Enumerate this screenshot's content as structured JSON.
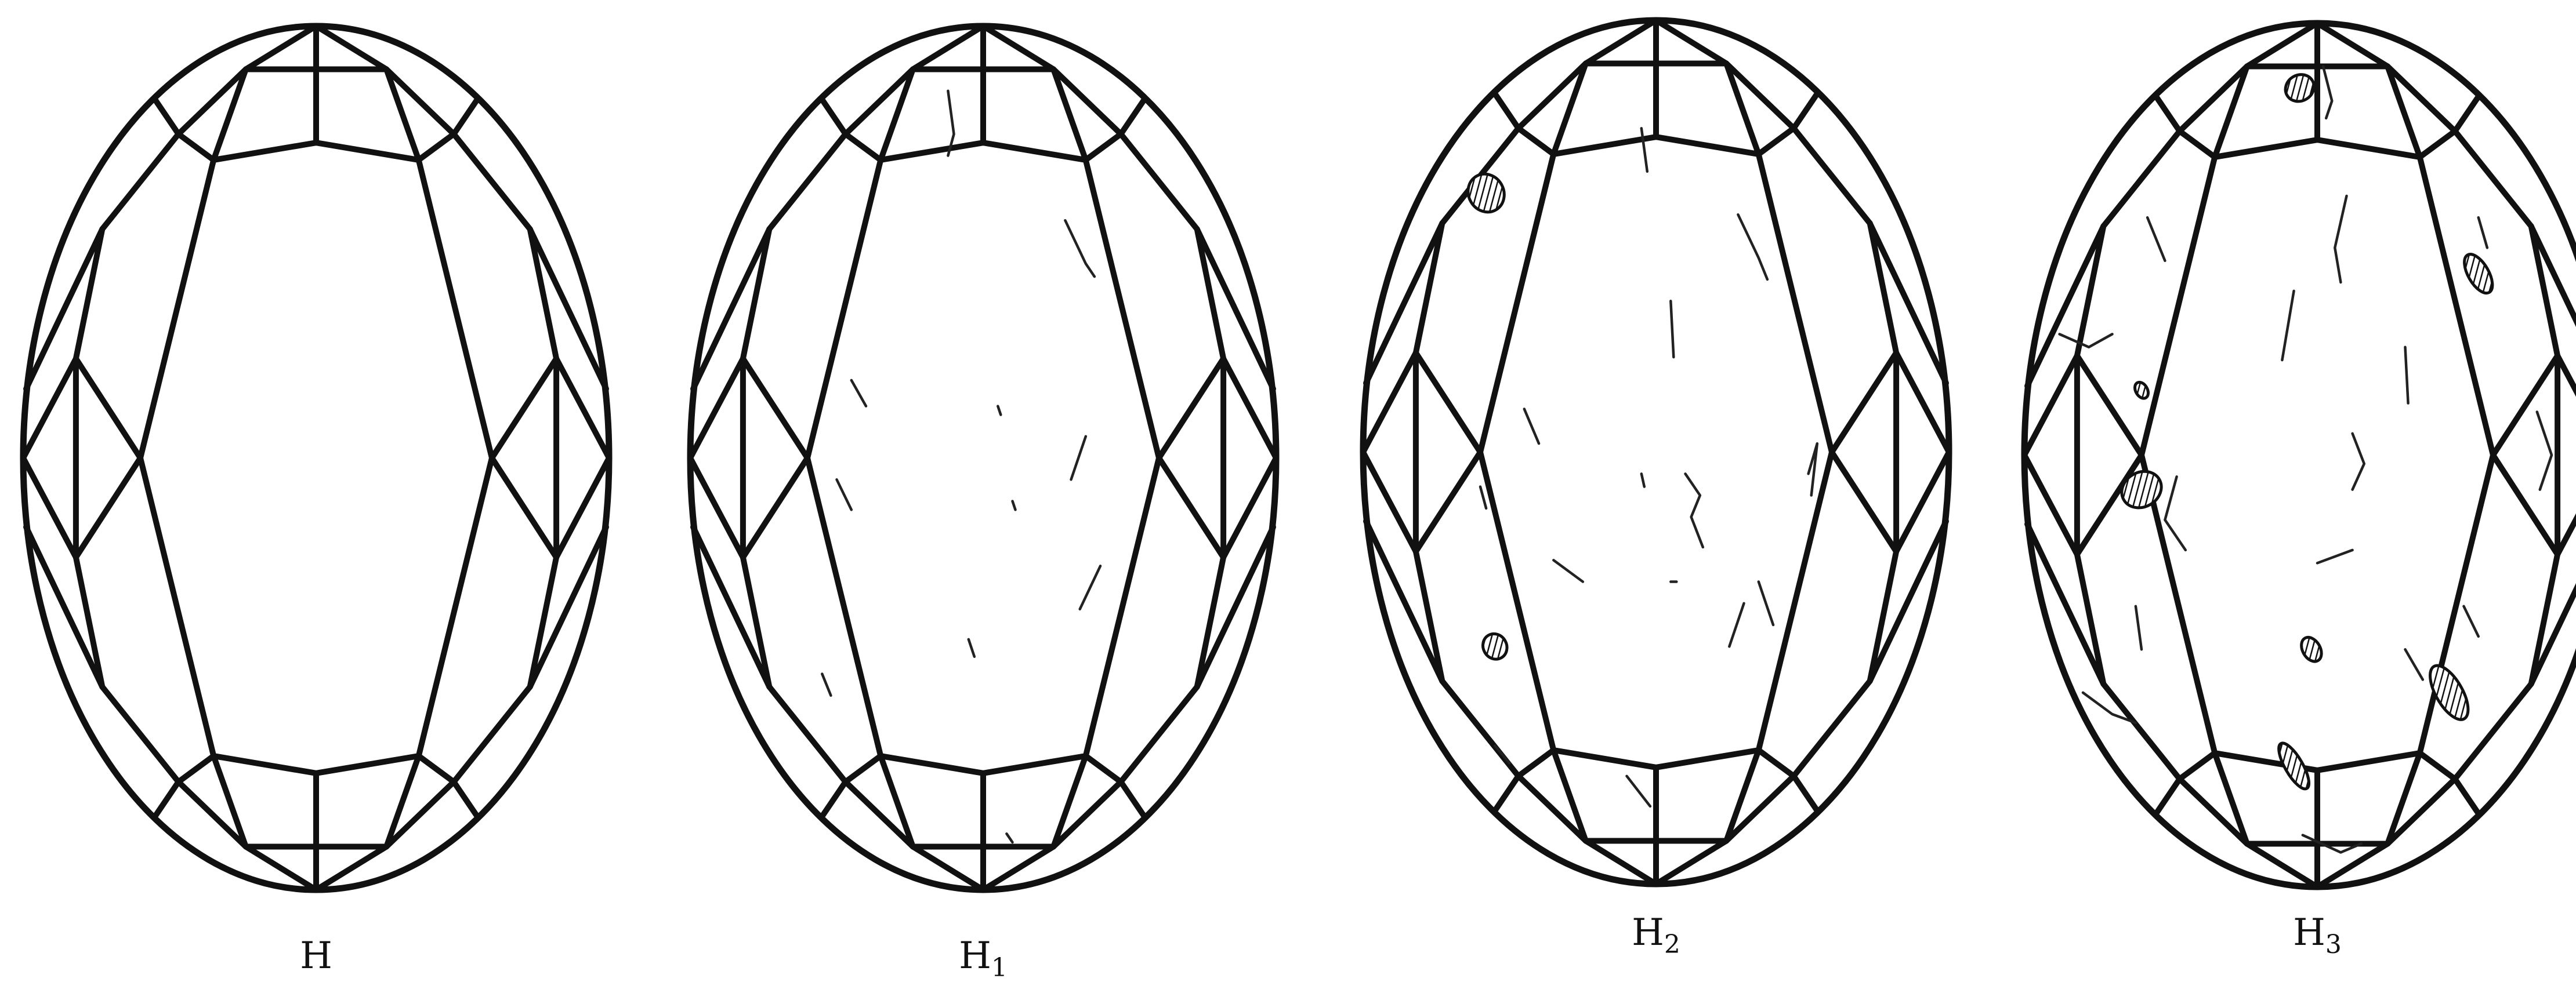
{
  "figure": {
    "panels": [
      {
        "label": "H",
        "subscript": "",
        "inclusions": "none"
      },
      {
        "label": "H",
        "subscript": "1",
        "inclusions": "few"
      },
      {
        "label": "H",
        "subscript": "2",
        "inclusions": "some"
      },
      {
        "label": "H",
        "subscript": "3",
        "inclusions": "many"
      }
    ]
  },
  "colors": {
    "line": "#111111",
    "background": "#ffffff"
  }
}
